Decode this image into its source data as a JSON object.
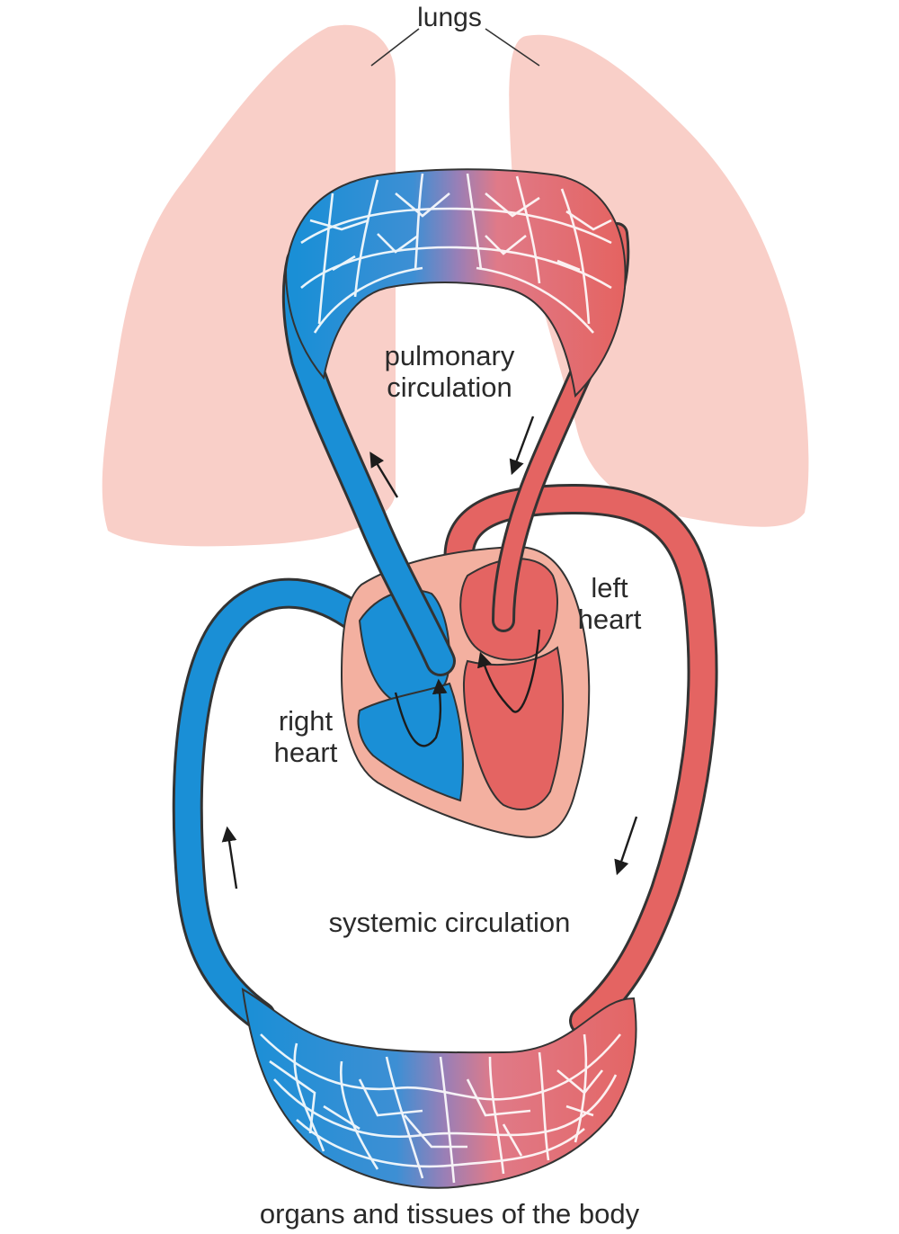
{
  "labels": {
    "lungs": "lungs",
    "pulmonary_circulation_1": "pulmonary",
    "pulmonary_circulation_2": "circulation",
    "left_heart_1": "left",
    "left_heart_2": "heart",
    "right_heart_1": "right",
    "right_heart_2": "heart",
    "systemic_circulation": "systemic circulation",
    "organs": "organs and tissues of the body"
  },
  "colors": {
    "lung": "#f9cfc8",
    "deoxygenated_blood": "#1a8fd6",
    "oxygenated_blood": "#e46462",
    "heart_tissue": "#f3b0a0",
    "outline": "#333333"
  }
}
